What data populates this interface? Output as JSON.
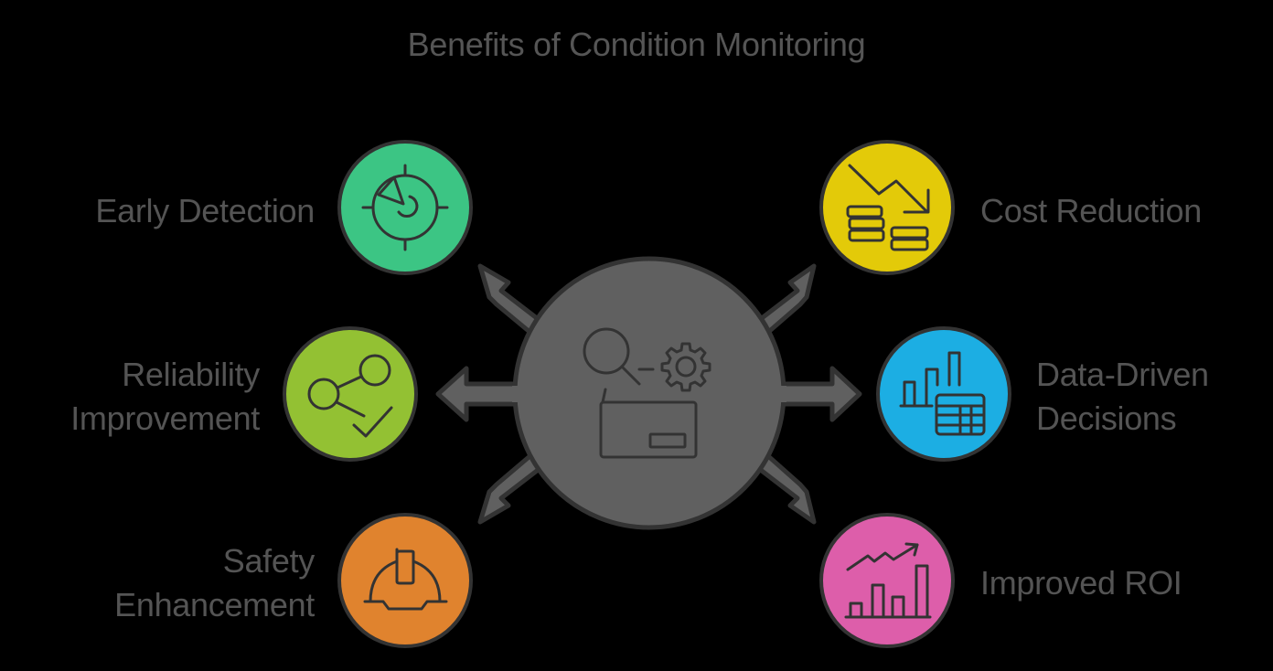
{
  "title": "Benefits of Condition Monitoring",
  "center": {
    "icon": "search-gear-box-icon",
    "fill": "#606060",
    "stroke": "#333333"
  },
  "benefits": [
    {
      "label": "Early Detection",
      "lines": [
        "Early Detection"
      ],
      "icon": "radar-target-icon",
      "color": "#3CC584",
      "side": "left"
    },
    {
      "label": "Cost Reduction",
      "lines": [
        "Cost Reduction"
      ],
      "icon": "coins-down-trend-icon",
      "color": "#E3CA09",
      "side": "right"
    },
    {
      "label": "Reliability Improvement",
      "lines": [
        "Reliability",
        "Improvement"
      ],
      "icon": "connected-nodes-check-icon",
      "color": "#93C133",
      "side": "left"
    },
    {
      "label": "Data-Driven Decisions",
      "lines": [
        "Data-Driven",
        "Decisions"
      ],
      "icon": "bar-chart-table-icon",
      "color": "#1CAEE3",
      "side": "right"
    },
    {
      "label": "Safety Enhancement",
      "lines": [
        "Safety",
        "Enhancement"
      ],
      "icon": "hard-hat-icon",
      "color": "#E0832E",
      "side": "left"
    },
    {
      "label": "Improved ROI",
      "lines": [
        "Improved ROI"
      ],
      "icon": "growth-chart-icon",
      "color": "#DD5EAA",
      "side": "right"
    }
  ]
}
